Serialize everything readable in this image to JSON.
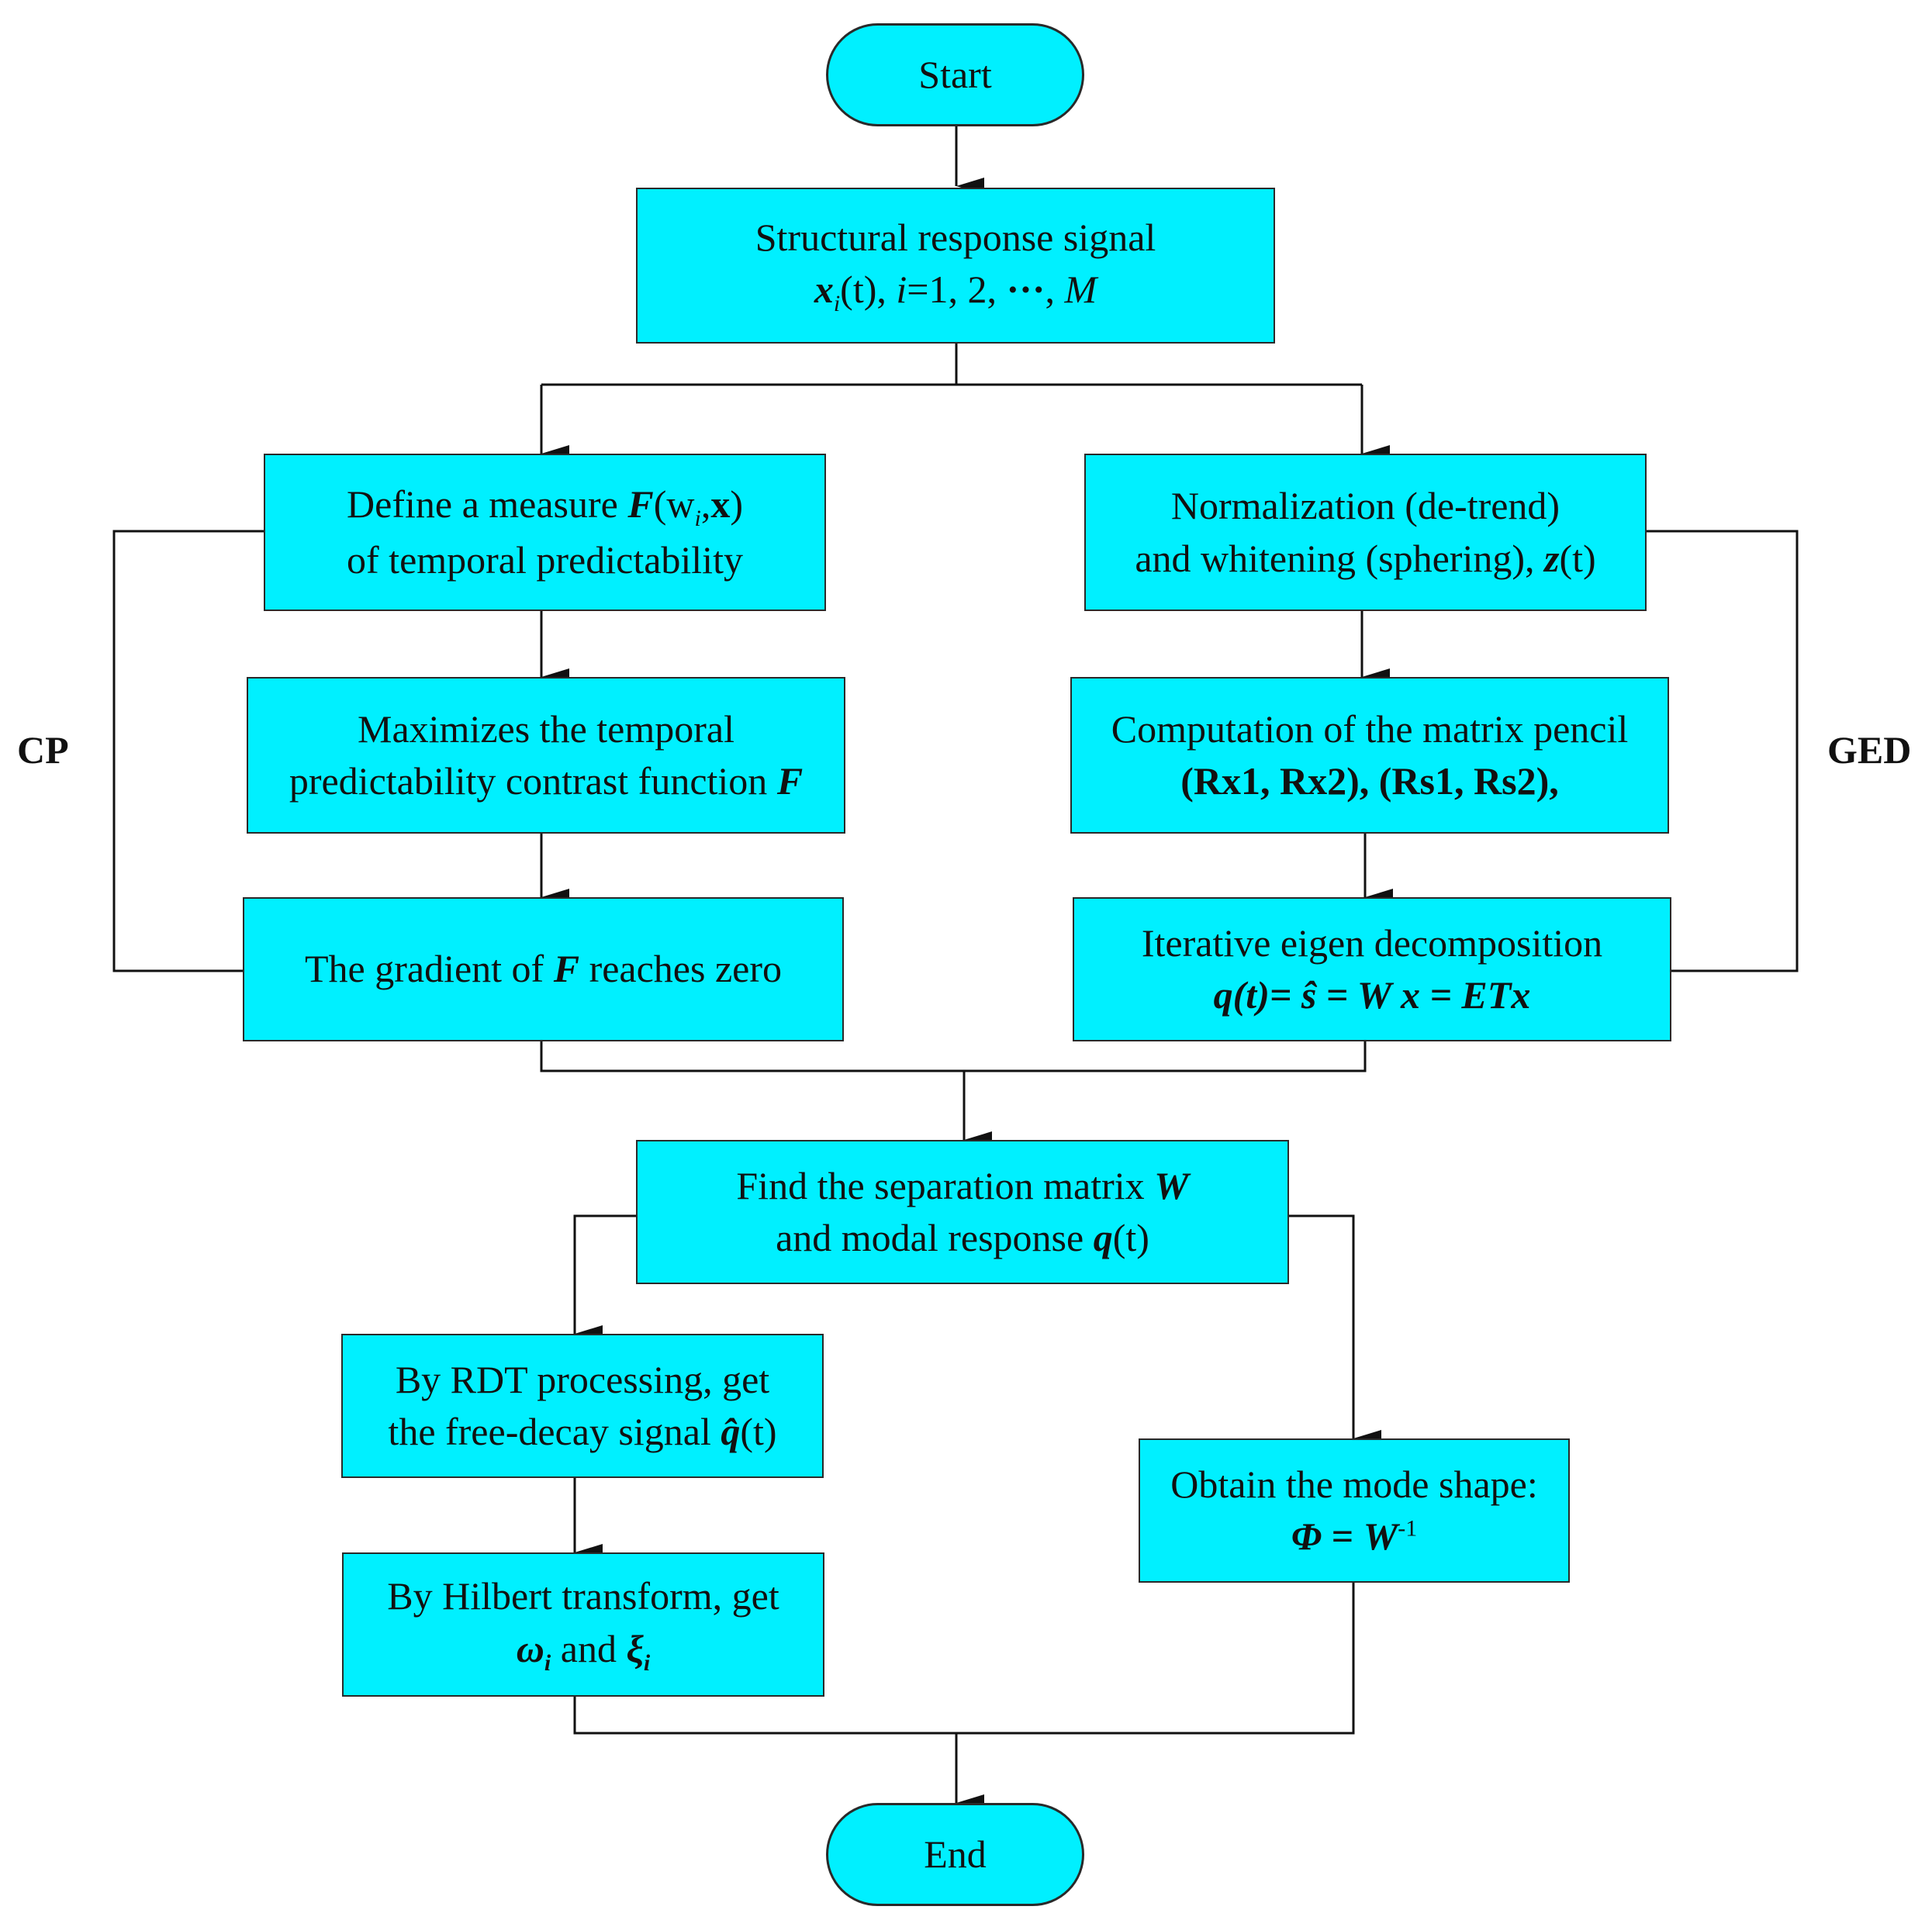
{
  "nodes": {
    "start": "Start",
    "signal": {
      "line1": "Structural response signal",
      "x": "x",
      "i_sub": "i",
      "t_paren": "(t),",
      "i_var": "i",
      "range": "=1, 2, ",
      "dots": "···",
      "comma": ", ",
      "M": "M"
    },
    "cp_define": {
      "pre": "Define a measure ",
      "F": "F",
      "args_open": "(w",
      "args_sub": "i",
      "args_comma": ",",
      "x": "x",
      "args_close": ")",
      "line2": "of temporal predictability"
    },
    "cp_maximize": {
      "line1": "Maximizes the temporal",
      "line2": "predictability contrast function ",
      "F": "F"
    },
    "cp_gradient": {
      "pre": "The gradient of ",
      "F": "F",
      "post": " reaches zero"
    },
    "ged_normalize": {
      "line1": "Normalization (de-trend)",
      "line2": "and whitening (sphering), ",
      "z": "z",
      "t": "(t)"
    },
    "ged_pencil": {
      "line1": "Computation of the matrix pencil",
      "line2": "(Rx1, Rx2), (Rs1, Rs2),"
    },
    "ged_eigen": {
      "line1": "Iterative eigen decomposition",
      "line2": "q(t)= ŝ = W x = ETx"
    },
    "separation": {
      "line1_pre": "Find the separation matrix ",
      "W": "W",
      "line2_pre": "and modal response ",
      "q": "q",
      "t": "(t)"
    },
    "rdt": {
      "line1": "By RDT processing, get",
      "line2_pre": "the free-decay signal  ",
      "q_hat": "q̂",
      "t": "(t)"
    },
    "hilbert": {
      "line1": "By Hilbert transform, get",
      "omega": "ω",
      "omega_sub": "i",
      "and": " and ",
      "xi": "ξ",
      "xi_sub": "i"
    },
    "mode_shape": {
      "line1": "Obtain the mode shape:",
      "phi": "Φ",
      "eq": " = ",
      "W": "W",
      "exp": "-1"
    },
    "end": "End"
  },
  "side_labels": {
    "cp": "CP",
    "ged": "GED"
  }
}
